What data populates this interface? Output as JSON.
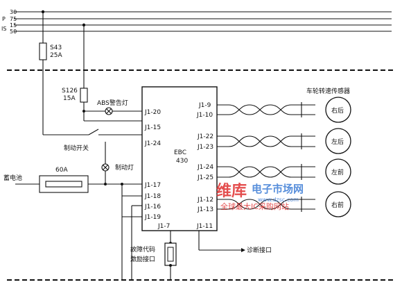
{
  "rails": {
    "p_label": "P",
    "is_label": "IS",
    "r30": "30",
    "r75": "75",
    "r15": "15",
    "r50": "50"
  },
  "fuses": {
    "s43_name": "S43",
    "s43_rating": "25A",
    "s126_name": "S126",
    "s126_rating": "15A",
    "main_rating": "60A"
  },
  "labels": {
    "abs_lamp": "ABS警告灯",
    "brake_switch": "制动开关",
    "brake_lamp": "制动灯",
    "battery": "蓄电池",
    "fault_code": "故障代码",
    "activation": "激励接口",
    "diag_port": "诊断接口",
    "sensor_title": "车轮转速传感器"
  },
  "ecu": {
    "name": "EBC",
    "model": "430",
    "pins_left": [
      "J1-20",
      "J1-15",
      "J1-24",
      "J1-17",
      "J1-18",
      "J1-16",
      "J1-19"
    ],
    "pins_right": [
      "J1-9",
      "J1-10",
      "J1-22",
      "J1-23",
      "J1-24",
      "J1-25",
      "J1-12",
      "J1-13"
    ],
    "pin_bottom_left": "J1-7",
    "pin_bottom_right": "J1-11"
  },
  "sensors": [
    "右后",
    "左后",
    "左前",
    "右前"
  ],
  "watermark": {
    "brand": "维库",
    "site": "电子市场网",
    "url": "www.dzsc.com",
    "tagline": "全球最大IC采购网站"
  },
  "colors": {
    "line": "#111111",
    "watermark_red": "#e03030",
    "watermark_blue": "#3a7bd5"
  }
}
